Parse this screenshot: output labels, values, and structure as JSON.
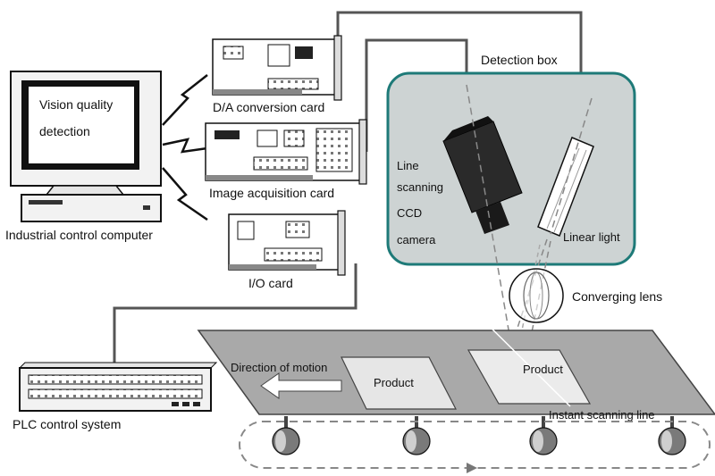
{
  "monitor": {
    "screen_line1": "Vision quality",
    "screen_line2": "detection",
    "label": "Industrial control computer"
  },
  "cards": {
    "da": "D/A conversion card",
    "image": "Image acquisition card",
    "io": "I/O card"
  },
  "detection_box": {
    "title": "Detection box",
    "camera_lines": [
      "Line",
      "scanning",
      "CCD",
      "camera"
    ],
    "light": "Linear light"
  },
  "lens": {
    "label": "Converging lens"
  },
  "plc": {
    "label": "PLC control system"
  },
  "conveyor": {
    "direction": "Direction of motion",
    "product_left": "Product",
    "product_right": "Product",
    "scan_line": "Instant scanning line"
  },
  "colors": {
    "box_border": "#1e7a78",
    "box_fill": "#cdd3d3",
    "belt": "#a9a9a9",
    "wire": "#555555"
  }
}
